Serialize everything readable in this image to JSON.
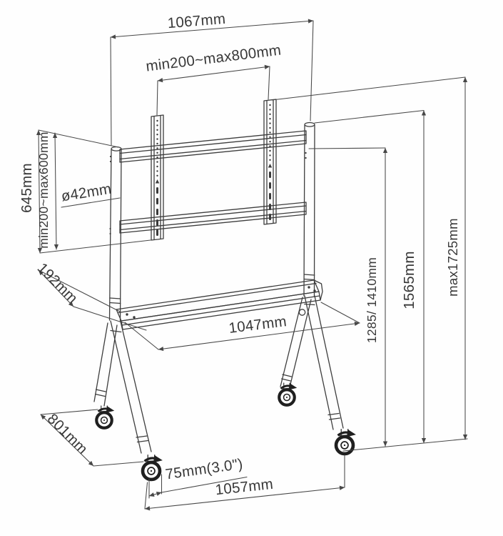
{
  "figure": {
    "type": "technical dimension diagram",
    "subject": "mobile TV floor stand with casters, shelf and VESA brackets",
    "line_color": "#3d3d3d",
    "text_color": "#383838",
    "background": "#fefefe"
  },
  "labels": {
    "width_top": "1067mm",
    "vesa_width": "min200~max800mm",
    "bracket_height": "645mm",
    "vesa_height": "min200~max600mm",
    "pole_diameter": "ø42mm",
    "shelf_depth": "192mm",
    "shelf_width": "1047mm",
    "screen_heights": "1285/ 1410mm",
    "column_height": "1565mm",
    "max_height": "max1725mm",
    "base_depth": "801mm",
    "caster_diameter": "75mm(3.0\")",
    "base_width": "1057mm"
  }
}
